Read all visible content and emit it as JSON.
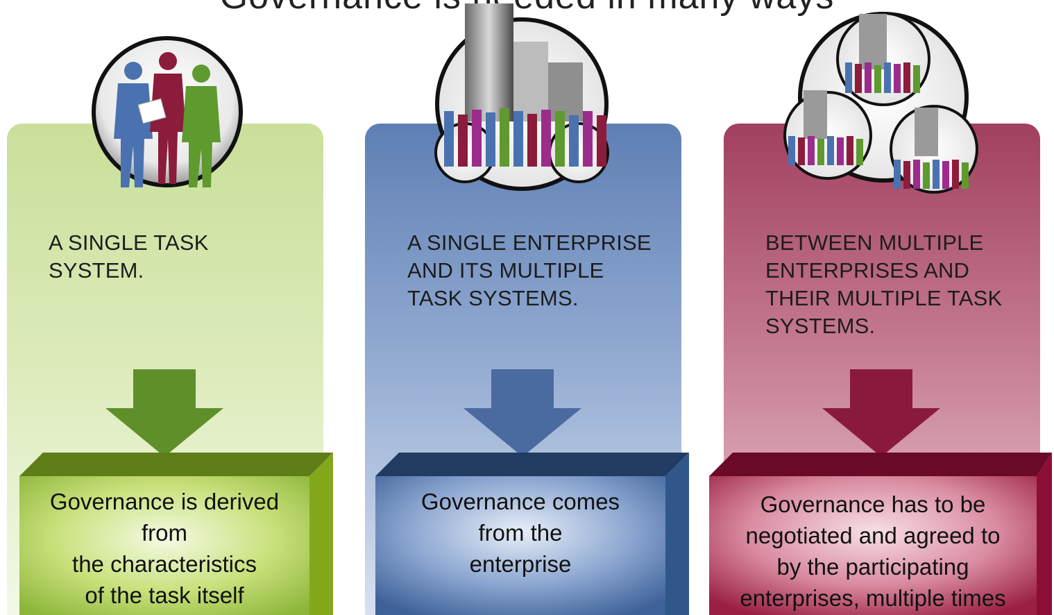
{
  "header": {
    "title_fragment": "Governance is needed in many ways"
  },
  "columns": [
    {
      "caption": [
        "A SINGLE TASK",
        "SYSTEM."
      ],
      "box_lines": [
        "Governance is derived",
        "from",
        "the characteristics",
        "of the task itself"
      ],
      "icon": "task-team-icon",
      "color": "#5f8f2a"
    },
    {
      "caption": [
        "A SINGLE ENTERPRISE",
        "AND ITS MULTIPLE",
        "TASK SYSTEMS."
      ],
      "box_lines": [
        "Governance comes",
        "from the",
        "enterprise"
      ],
      "icon": "enterprise-building-icon",
      "color": "#4a6aa0"
    },
    {
      "caption": [
        "BETWEEN MULTIPLE",
        "ENTERPRISES AND",
        "THEIR MULTIPLE TASK",
        "SYSTEMS."
      ],
      "box_lines": [
        "Governance has to be",
        "negotiated and agreed to",
        "by the participating",
        "enterprises, multiple times"
      ],
      "icon": "multiple-enterprises-icon",
      "color": "#8a1a3c"
    }
  ]
}
